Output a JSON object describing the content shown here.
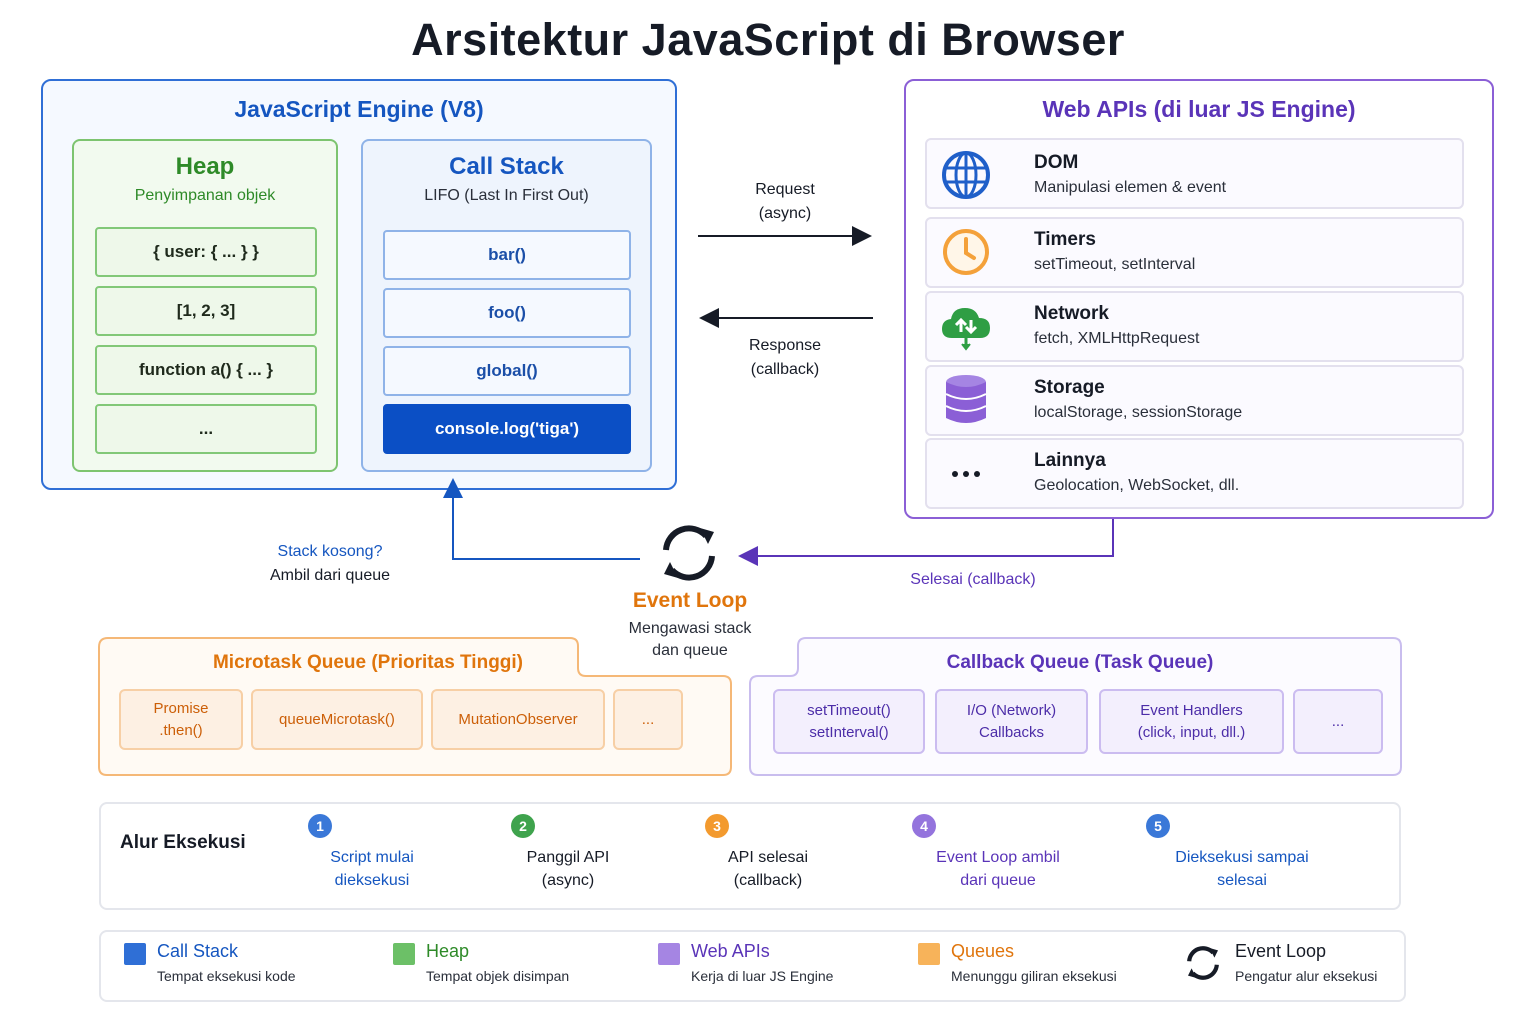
{
  "title": "Arsitektur JavaScript di Browser",
  "engine": {
    "title": "JavaScript Engine (V8)",
    "heap": {
      "title": "Heap",
      "subtitle": "Penyimpanan objek",
      "items": [
        "{ user: { ... } }",
        "[1, 2, 3]",
        "function a() { ... }",
        "..."
      ]
    },
    "stack": {
      "title": "Call Stack",
      "subtitle": "LIFO (Last In First Out)",
      "items": [
        "bar()",
        "foo()",
        "global()",
        "console.log('tiga')"
      ]
    }
  },
  "arrows": {
    "request": [
      "Request",
      "(async)"
    ],
    "response": [
      "Response",
      "(callback)"
    ],
    "stack_empty": [
      "Stack kosong?",
      "Ambil dari queue"
    ],
    "done": "Selesai (callback)"
  },
  "webapis": {
    "title": "Web APIs (di luar JS Engine)",
    "items": [
      {
        "name": "DOM",
        "desc": "Manipulasi elemen & event",
        "icon": "globe-icon",
        "color": "#1f5fc9"
      },
      {
        "name": "Timers",
        "desc": "setTimeout, setInterval",
        "icon": "clock-icon",
        "color": "#f4a13a"
      },
      {
        "name": "Network",
        "desc": "fetch, XMLHttpRequest",
        "icon": "cloud-transfer-icon",
        "color": "#2f9e44"
      },
      {
        "name": "Storage",
        "desc": "localStorage, sessionStorage",
        "icon": "database-icon",
        "color": "#8b5fd6"
      },
      {
        "name": "Lainnya",
        "desc": "Geolocation, WebSocket, dll.",
        "icon": "more-icon",
        "color": "#161b26"
      }
    ]
  },
  "event_loop": {
    "title": "Event Loop",
    "subtitle": [
      "Mengawasi stack",
      "dan queue"
    ]
  },
  "microtask": {
    "title": "Microtask Queue (Prioritas Tinggi)",
    "items": [
      [
        "Promise",
        ".then()"
      ],
      [
        "queueMicrotask()"
      ],
      [
        "MutationObserver"
      ],
      [
        "..."
      ]
    ]
  },
  "callback_queue": {
    "title": "Callback Queue (Task Queue)",
    "items": [
      [
        "setTimeout()",
        "setInterval()"
      ],
      [
        "I/O (Network)",
        "Callbacks"
      ],
      [
        "Event Handlers",
        "(click, input, dll.)"
      ],
      [
        "..."
      ]
    ]
  },
  "flow": {
    "title": "Alur Eksekusi",
    "steps": [
      {
        "num": "1",
        "lines": [
          "Script mulai",
          "dieksekusi"
        ],
        "color": "#3a78d8",
        "text_color": "#1556c0"
      },
      {
        "num": "2",
        "lines": [
          "Panggil API",
          "(async)"
        ],
        "color": "#3fa34d",
        "text_color": "#161b26"
      },
      {
        "num": "3",
        "lines": [
          "API selesai",
          "(callback)"
        ],
        "color": "#f39a2e",
        "text_color": "#161b26"
      },
      {
        "num": "4",
        "lines": [
          "Event Loop ambil",
          "dari queue"
        ],
        "color": "#9474dd",
        "text_color": "#5a34b8"
      },
      {
        "num": "5",
        "lines": [
          "Dieksekusi sampai",
          "selesai"
        ],
        "color": "#3a78d8",
        "text_color": "#1556c0"
      }
    ]
  },
  "legend": [
    {
      "name": "Call Stack",
      "desc": "Tempat eksekusi kode",
      "color": "#2f6fd6",
      "name_color": "#1556c0"
    },
    {
      "name": "Heap",
      "desc": "Tempat objek disimpan",
      "color": "#6cc067",
      "name_color": "#2e8a28"
    },
    {
      "name": "Web APIs",
      "desc": "Kerja di luar JS Engine",
      "color": "#a585e3",
      "name_color": "#5a34b8"
    },
    {
      "name": "Queues",
      "desc": "Menunggu giliran eksekusi",
      "color": "#f7b35a",
      "name_color": "#e0750c"
    },
    {
      "name": "Event Loop",
      "desc": "Pengatur alur eksekusi",
      "icon": "loop-icon",
      "name_color": "#161b26"
    }
  ]
}
